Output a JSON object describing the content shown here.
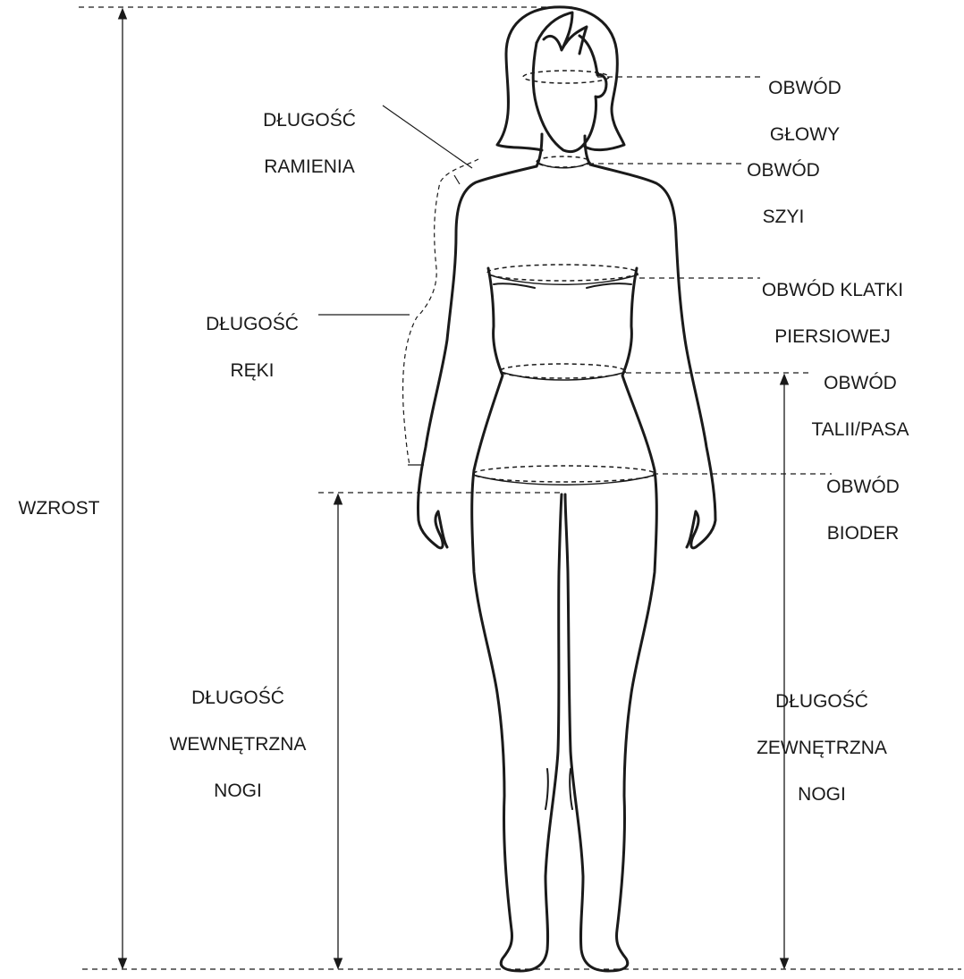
{
  "diagram": {
    "line_color": "#1a1a1a",
    "background": "#ffffff",
    "labels": {
      "height": [
        "WZROST"
      ],
      "head": [
        "OBWÓD",
        "GŁOWY"
      ],
      "neck": [
        "OBWÓD",
        "SZYI"
      ],
      "shoulder": [
        "DŁUGOŚĆ",
        "RAMIENIA"
      ],
      "chest": [
        "OBWÓD KLATKI",
        "PIERSIOWEJ"
      ],
      "arm": [
        "DŁUGOŚĆ",
        "RĘKI"
      ],
      "waist": [
        "OBWÓD",
        "TALII/PASA"
      ],
      "hips": [
        "OBWÓD",
        "BIODER"
      ],
      "inseam": [
        "DŁUGOŚĆ",
        "WEWNĘTRZNA",
        "NOGI"
      ],
      "outseam": [
        "DŁUGOŚĆ",
        "ZEWNĘTRZNA",
        "NOGI"
      ]
    }
  }
}
